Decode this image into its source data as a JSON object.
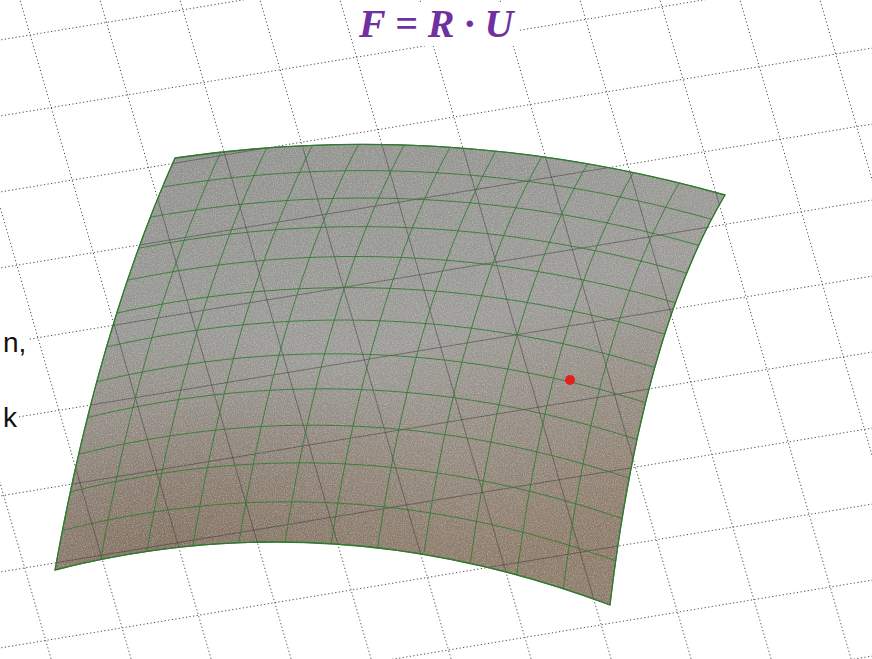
{
  "diagram": {
    "title": "F = R · U",
    "labels": [
      "n,",
      "k"
    ]
  }
}
